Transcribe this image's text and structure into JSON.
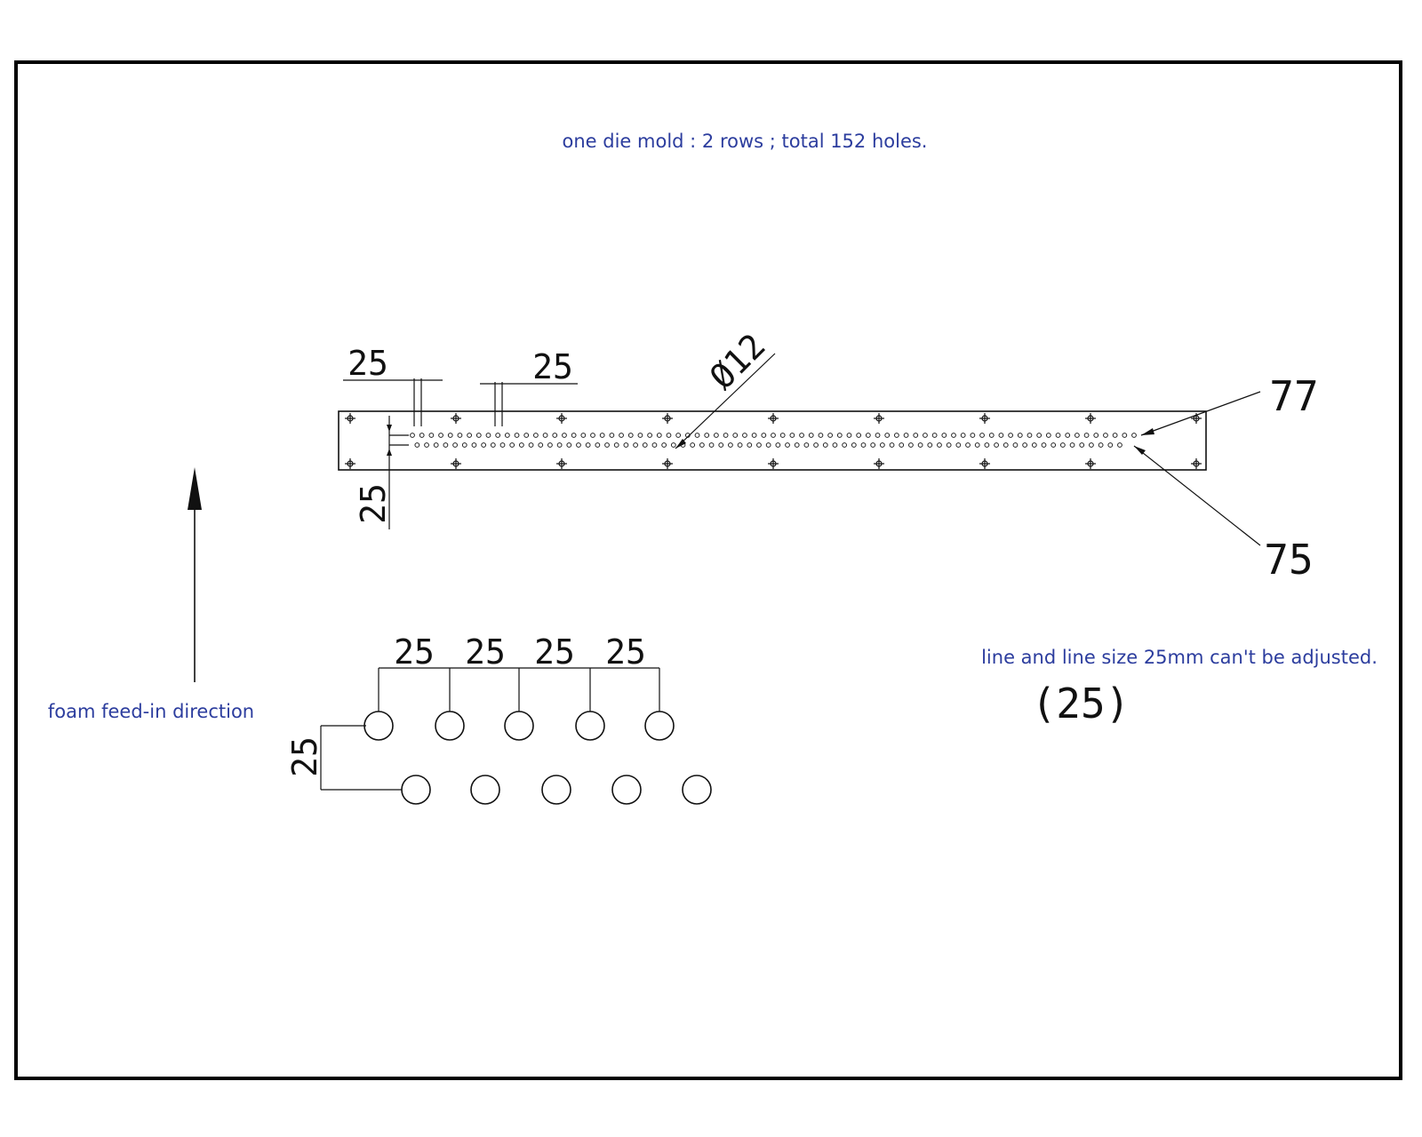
{
  "title": "one die mold : 2 rows ; total 152 holes.",
  "feed_direction_label": "foam feed-in direction",
  "adjust_note": "line and line size 25mm can't be adjusted.",
  "adjust_note_value": "(25)",
  "top_view": {
    "hole_spacing_left_label": "25",
    "hole_spacing_right_label": "25",
    "row_spacing_label": "25",
    "hole_diameter_label": "Ø12",
    "row1_count_label": "77",
    "row2_count_label": "75",
    "row1_holes": 77,
    "row2_holes": 75
  },
  "detail_view": {
    "spacing_labels": [
      "25",
      "25",
      "25",
      "25"
    ],
    "row_spacing_label": "25",
    "row1_holes": 5,
    "row2_holes": 5
  },
  "colors": {
    "note_text": "#2c3d9e",
    "line": "#111111",
    "frame": "#000000"
  }
}
